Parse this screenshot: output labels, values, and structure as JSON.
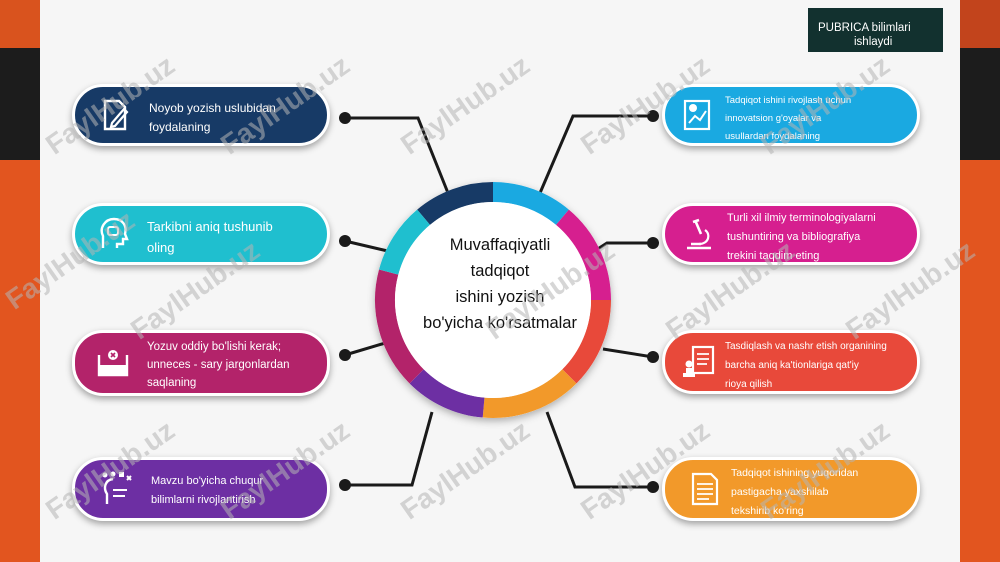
{
  "badge": {
    "line1": "PUBRICA bilimlari",
    "line2": "ishlaydi"
  },
  "center": {
    "title": "Muvaffaqiyatli\ntadqiqot\nishini yozish\nbo'yicha ko'rsatmalar"
  },
  "left_items": [
    {
      "text": "Noyob yozish uslubidan\nfoydalaning",
      "color": "#173a66",
      "icon": "document-pen-icon"
    },
    {
      "text": "Tarkibni aniq tushunib\noling",
      "color": "#1fbfcf",
      "icon": "head-brain-icon"
    },
    {
      "text": "Yozuv oddiy bo'lishi kerak;\nunneces - sary jargonlardan\nsaqlaning",
      "color": "#b3236a",
      "icon": "trash-bin-icon"
    },
    {
      "text": "Mavzu bo'yicha chuqur\nbilimlarni rivojlantirish",
      "color": "#6d2fa3",
      "icon": "head-ideas-icon"
    }
  ],
  "right_items": [
    {
      "text": "Tadqiqot ishini rivojlash uchun\ninnovatsion g'oyalar va\nusullardan foydalaning",
      "color": "#1aa9e1",
      "icon": "chart-report-icon"
    },
    {
      "text": "Turli xil ilmiy terminologiyalarni\ntushuntiring va bibliografiya\ntrekini taqdim eting",
      "color": "#d61f8f",
      "icon": "microscope-icon"
    },
    {
      "text": "Tasdiqlash va nashr etish organining\nbarcha aniq ka'tionlariga qat'iy\nrioya qilish",
      "color": "#e8493a",
      "icon": "certificate-stamp-icon"
    },
    {
      "text": "Tadqiqot ishining yuqoridan\npastigacha yaxshilab\ntekshirib ko'ring",
      "color": "#f2992a",
      "icon": "document-lines-icon"
    }
  ],
  "watermark": "FaylHub.uz",
  "colors": {
    "ring_navy": "#173a66",
    "ring_blue": "#1aa9e1",
    "ring_magenta": "#d61f8f",
    "ring_red": "#e8493a",
    "ring_orange": "#f2992a",
    "ring_purple": "#6d2fa3",
    "ring_berry": "#b3236a",
    "ring_teal": "#1fbfcf"
  }
}
